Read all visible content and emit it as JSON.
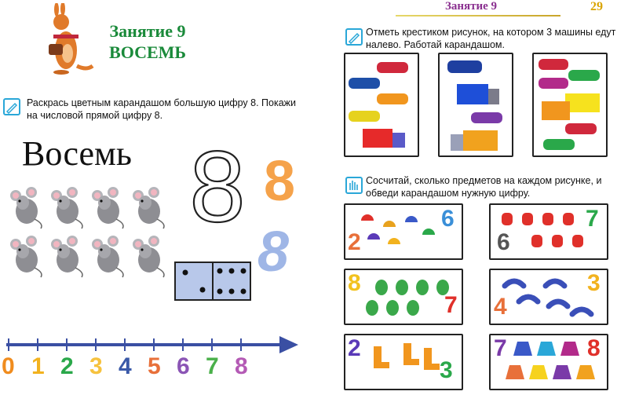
{
  "left": {
    "lesson_title": "Занятие 9",
    "lesson_subtitle": "ВОСЕМЬ",
    "task1_text": "Раскрась цветным карандашом большую цифру 8. Покажи на числовой прямой цифру 8.",
    "word": "Восемь",
    "big_digit": "8",
    "orange_digit": "8",
    "blue_digit": "8",
    "number_line": [
      "0",
      "1",
      "2",
      "3",
      "4",
      "5",
      "6",
      "7",
      "8"
    ],
    "number_line_colors": [
      "#f08c1e",
      "#f2b21e",
      "#2aa84a",
      "#f6c23e",
      "#3a59a8",
      "#e8703a",
      "#8b55b5",
      "#4ab04a",
      "#b45ab5"
    ]
  },
  "right": {
    "header_title": "Занятие 9",
    "page_number": "29",
    "task2_text": "Отметь крестиком рисунок, на котором 3 машины едут налево. Работай карандашом.",
    "task3_text": "Сосчитай, сколько предметов на каждом рисунке, и обведи карандашом нужную цифру.",
    "count_boxes": [
      {
        "a": "2",
        "b": "6"
      },
      {
        "a": "6",
        "b": "7"
      },
      {
        "a": "8",
        "b": "7"
      },
      {
        "a": "4",
        "b": "3"
      },
      {
        "a": "2",
        "b": "3"
      },
      {
        "a": "7",
        "b": "8"
      }
    ]
  },
  "colors": {
    "title_green": "#1a8a3a",
    "task_icon_blue": "#2aa7d8",
    "number_line_blue": "#3a4fa3",
    "header_purple": "#8a2f8f",
    "page_number_gold": "#d9a400"
  }
}
